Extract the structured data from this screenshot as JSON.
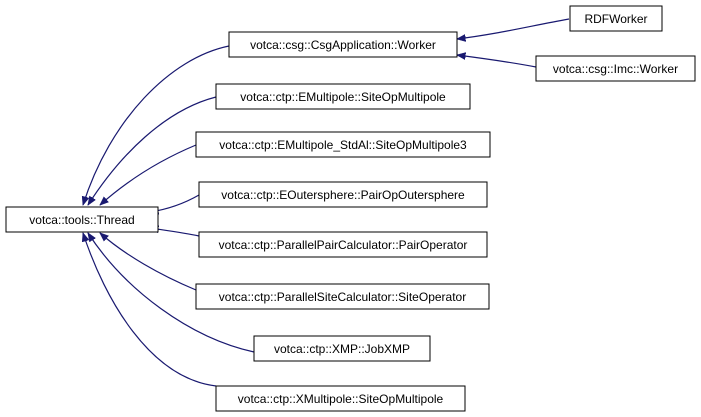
{
  "colors": {
    "edge": "#191970",
    "node_border": "#000000",
    "node_fill": "#ffffff",
    "background": "#ffffff"
  },
  "nodes": {
    "thread": {
      "label": "votca::tools::Thread"
    },
    "csg_worker": {
      "label": "votca::csg::CsgApplication::Worker"
    },
    "rdf_worker": {
      "label": "RDFWorker"
    },
    "imc_worker": {
      "label": "votca::csg::Imc::Worker"
    },
    "emultipole": {
      "label": "votca::ctp::EMultipole::SiteOpMultipole"
    },
    "emultipole_stdal": {
      "label": "votca::ctp::EMultipole_StdAl::SiteOpMultipole3"
    },
    "eoutersphere": {
      "label": "votca::ctp::EOutersphere::PairOpOutersphere"
    },
    "parallel_pair": {
      "label": "votca::ctp::ParallelPairCalculator::PairOperator"
    },
    "parallel_site": {
      "label": "votca::ctp::ParallelSiteCalculator::SiteOperator"
    },
    "xmp_jobxmp": {
      "label": "votca::ctp::XMP::JobXMP"
    },
    "xmultipole": {
      "label": "votca::ctp::XMultipole::SiteOpMultipole"
    }
  },
  "edges": [
    {
      "from": "rdf_worker",
      "to": "csg_worker"
    },
    {
      "from": "imc_worker",
      "to": "csg_worker"
    },
    {
      "from": "csg_worker",
      "to": "thread"
    },
    {
      "from": "emultipole",
      "to": "thread"
    },
    {
      "from": "emultipole_stdal",
      "to": "thread"
    },
    {
      "from": "eoutersphere",
      "to": "thread"
    },
    {
      "from": "parallel_pair",
      "to": "thread"
    },
    {
      "from": "parallel_site",
      "to": "thread"
    },
    {
      "from": "xmp_jobxmp",
      "to": "thread"
    },
    {
      "from": "xmultipole",
      "to": "thread"
    }
  ]
}
